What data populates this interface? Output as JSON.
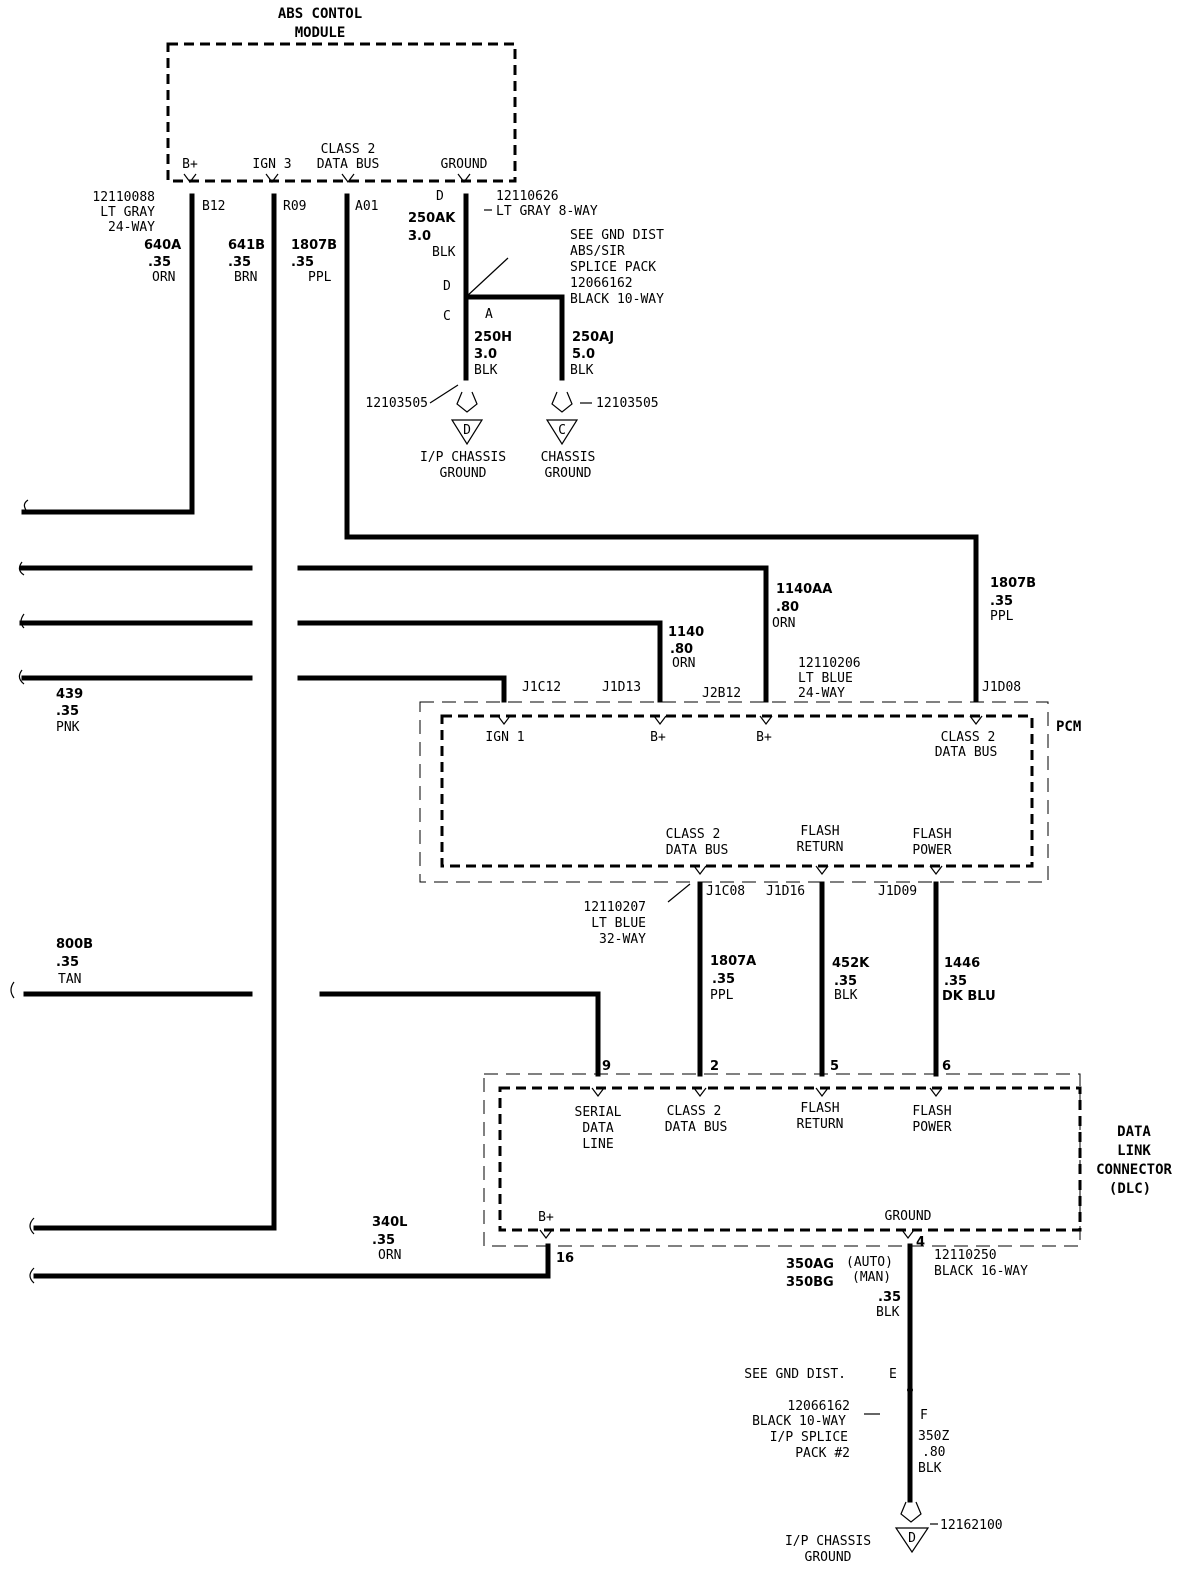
{
  "abs_module": {
    "title_line1": "ABS CONTOL",
    "title_line2": "MODULE",
    "pin_bplus": "B+",
    "pin_ign3": "IGN 3",
    "pin_class2_l1": "CLASS 2",
    "pin_class2_l2": "DATA BUS",
    "pin_ground": "GROUND",
    "conn_l1": "12110088",
    "conn_l2": "LT GRAY",
    "conn_l3": "24-WAY",
    "cav_b12": "B12",
    "cav_r09": "R09",
    "cav_a01": "A01",
    "cav_d": "D",
    "conn2_l1": "12110626",
    "conn2_l2": "LT GRAY 8-WAY"
  },
  "wires": {
    "w640a": {
      "circuit": "640A",
      "gauge": ".35",
      "color": "ORN"
    },
    "w641b": {
      "circuit": "641B",
      "gauge": ".35",
      "color": "BRN"
    },
    "w1807b": {
      "circuit": "1807B",
      "gauge": ".35",
      "color": "PPL"
    },
    "w250ak": {
      "circuit": "250AK",
      "gauge": "3.0",
      "color": "BLK"
    },
    "w250h": {
      "circuit": "250H",
      "gauge": "3.0",
      "color": "BLK"
    },
    "w250aj": {
      "circuit": "250AJ",
      "gauge": "5.0",
      "color": "BLK"
    },
    "w1140aa": {
      "circuit": "1140AA",
      "gauge": ".80",
      "color": "ORN"
    },
    "w1807b_2": {
      "circuit": "1807B",
      "gauge": ".35",
      "color": "PPL"
    },
    "w1140": {
      "circuit": "1140",
      "gauge": ".80",
      "color": "ORN"
    },
    "w439": {
      "circuit": "439",
      "gauge": ".35",
      "color": "PNK"
    },
    "w800b": {
      "circuit": "800B",
      "gauge": ".35",
      "color": "TAN"
    },
    "w1807a": {
      "circuit": "1807A",
      "gauge": ".35",
      "color": "PPL"
    },
    "w452k": {
      "circuit": "452K",
      "gauge": ".35",
      "color": "BLK"
    },
    "w1446": {
      "circuit": "1446",
      "gauge": ".35",
      "color": "DK BLU"
    },
    "w340l": {
      "circuit": "340L",
      "gauge": ".35",
      "color": "ORN"
    },
    "w350ag": {
      "circuit": "350AG",
      "tag": "(AUTO)"
    },
    "w350bg": {
      "circuit": "350BG",
      "tag": "(MAN)",
      "gauge": ".35",
      "color": "BLK"
    },
    "w350z": {
      "circuit": "350Z",
      "gauge": ".80",
      "color": "BLK"
    }
  },
  "splice1": {
    "l1": "SEE GND DIST",
    "l2": "ABS/SIR",
    "l3": "SPLICE PACK",
    "l4": "12066162",
    "l5": "BLACK 10-WAY",
    "pin_d": "D",
    "pin_c": "C",
    "pin_a": "A"
  },
  "grounds": {
    "g1_part": "12103505",
    "g1_letter": "D",
    "g1_l1": "I/P CHASSIS",
    "g1_l2": "GROUND",
    "g2_part": "12103505",
    "g2_letter": "C",
    "g2_l1": "CHASSIS",
    "g2_l2": "GROUND",
    "g3_part": "12162100",
    "g3_letter": "D",
    "g3_l1": "I/P CHASSIS",
    "g3_l2": "GROUND"
  },
  "pcm": {
    "label": "PCM",
    "conn_top_l1": "12110206",
    "conn_top_l2": "LT BLUE",
    "conn_top_l3": "24-WAY",
    "cav_j1c12": "J1C12",
    "cav_j1d13": "J1D13",
    "cav_j2b12": "J2B12",
    "cav_j1d08": "J1D08",
    "pin_ign1": "IGN 1",
    "pin_bplus1": "B+",
    "pin_bplus2": "B+",
    "pin_class2_l1": "CLASS 2",
    "pin_class2_l2": "DATA BUS",
    "pin_class2b_l1": "CLASS 2",
    "pin_class2b_l2": "DATA BUS",
    "pin_flashret_l1": "FLASH",
    "pin_flashret_l2": "RETURN",
    "pin_flashpwr_l1": "FLASH",
    "pin_flashpwr_l2": "POWER",
    "conn_bot_l1": "12110207",
    "conn_bot_l2": "LT BLUE",
    "conn_bot_l3": "32-WAY",
    "cav_j1c08": "J1C08",
    "cav_j1d16": "J1D16",
    "cav_j1d09": "J1D09"
  },
  "dlc": {
    "label_l1": "DATA",
    "label_l2": "LINK",
    "label_l3": "CONNECTOR",
    "label_l4": "(DLC)",
    "pin9": "9",
    "pin2": "2",
    "pin5": "5",
    "pin6": "6",
    "pin16": "16",
    "pin4": "4",
    "serial_l1": "SERIAL",
    "serial_l2": "DATA",
    "serial_l3": "LINE",
    "class2_l1": "CLASS 2",
    "class2_l2": "DATA BUS",
    "flashret_l1": "FLASH",
    "flashret_l2": "RETURN",
    "flashpwr_l1": "FLASH",
    "flashpwr_l2": "POWER",
    "pin_bplus": "B+",
    "pin_ground": "GROUND",
    "conn_l1": "12110250",
    "conn_l2": "BLACK 16-WAY"
  },
  "splice2": {
    "l0": "SEE GND DIST.",
    "l1": "12066162",
    "l2": "BLACK 10-WAY",
    "l3": "I/P SPLICE",
    "l4": "PACK #2",
    "pin_e": "E",
    "pin_f": "F"
  }
}
